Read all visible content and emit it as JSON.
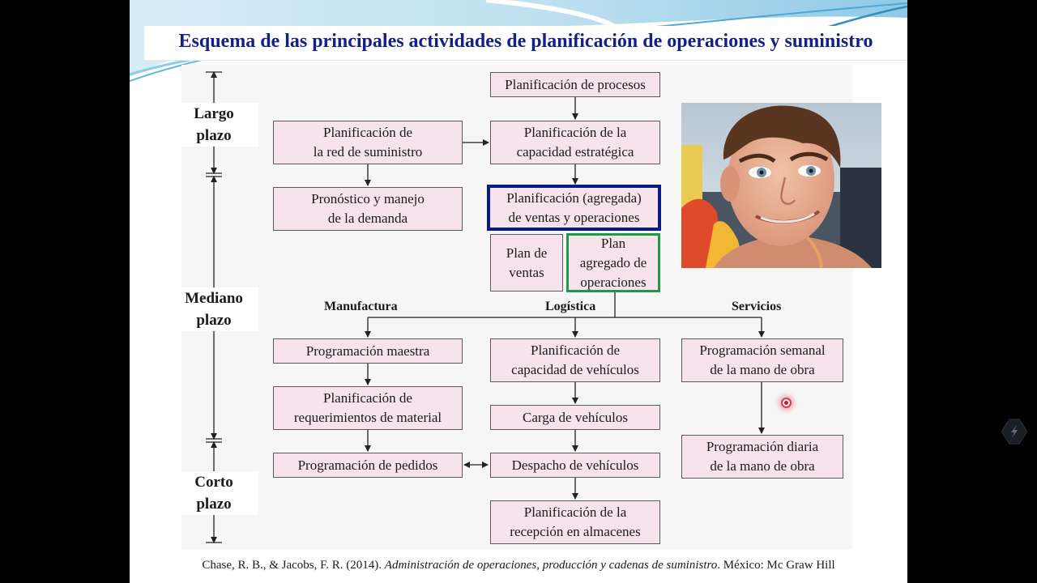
{
  "slide": {
    "title": "Esquema de las principales actividades de planificación de operaciones y suministro",
    "citation": {
      "prefix": "Chase, R. B., & Jacobs, F. R. (2014). ",
      "book": "Administración de operaciones, producción y cadenas de suministro",
      "suffix": ". México: Mc Graw Hill"
    }
  },
  "timeline": {
    "largo": "Largo\nplazo",
    "mediano": "Mediano\nplazo",
    "corto": "Corto\nplazo"
  },
  "columns": {
    "manufactura": "Manufactura",
    "logistica": "Logística",
    "servicios": "Servicios"
  },
  "boxes": {
    "planificacion_procesos": "Planificación de procesos",
    "red_suministro": "Planificación de\nla red de suministro",
    "capacidad_estrategica": "Planificación de la\ncapacidad estratégica",
    "pronostico_demanda": "Pronóstico y manejo\nde la demanda",
    "ventas_operaciones": "Planificación (agregada)\nde ventas y operaciones",
    "plan_ventas": "Plan de\nventas",
    "plan_agregado": "Plan\nagregado de\noperaciones",
    "programacion_maestra": "Programación maestra",
    "requerimientos_material": "Planificación de\nrequerimientos de material",
    "programacion_pedidos": "Programación de pedidos",
    "capacidad_vehiculos": "Planificación de\ncapacidad de vehículos",
    "carga_vehiculos": "Carga de vehículos",
    "despacho_vehiculos": "Despacho de vehículos",
    "recepcion_almacenes": "Planificación de la\nrecepción en almacenes",
    "programacion_semanal": "Programación semanal\nde la mano de obra",
    "programacion_diaria": "Programación diaria\nde la mano de obra"
  },
  "colors": {
    "title": "#14208a",
    "box_fill": "#f7e3ec",
    "highlight_blue": "#0a1a8a",
    "highlight_green": "#1e9a46",
    "pointer": "#d0152e"
  }
}
